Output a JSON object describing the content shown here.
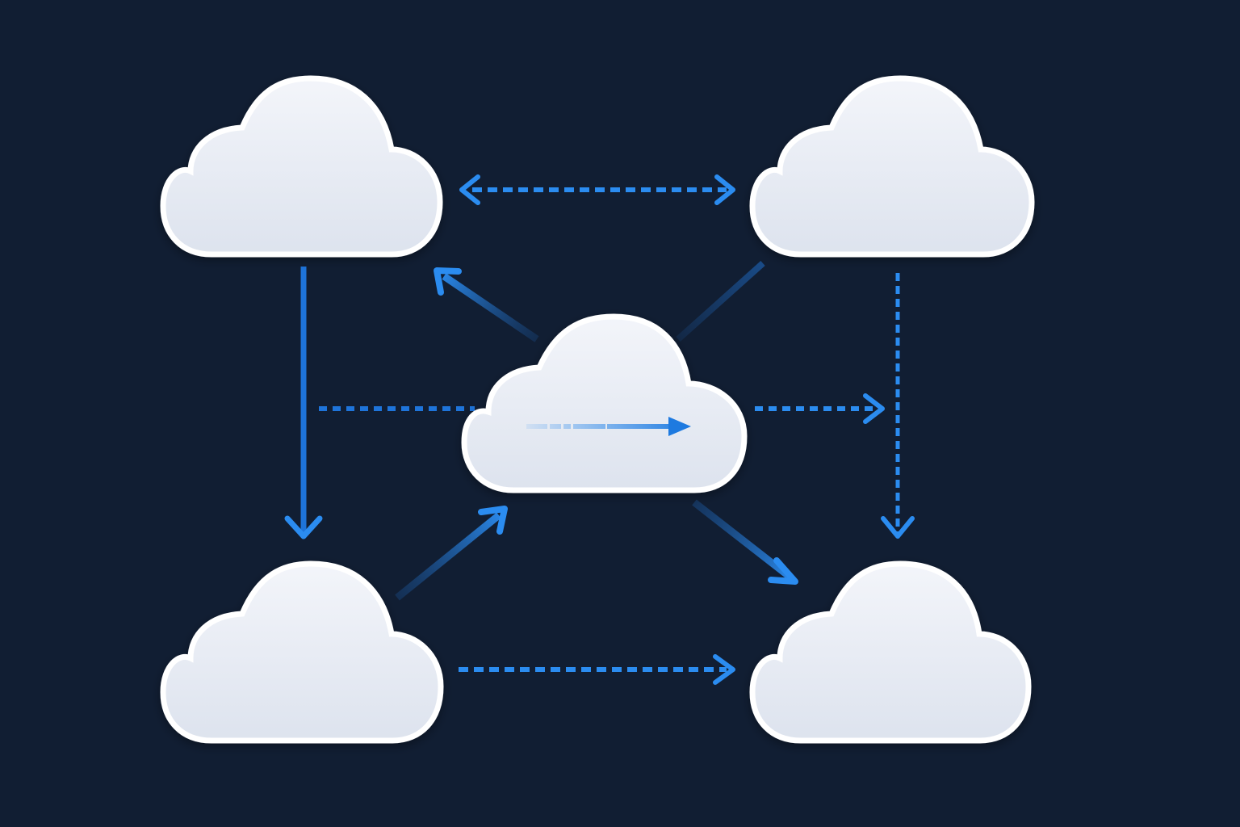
{
  "canvas": {
    "background": "#111e33"
  },
  "colors": {
    "cloud_fill_top": "#f3f5fa",
    "cloud_fill_bottom": "#dde3ee",
    "cloud_outline": "#ffffff",
    "arrow": "#2b8cf0",
    "arrow_dark": "#1560c4"
  },
  "nodes": [
    {
      "id": "top-left",
      "icon": "cloud-icon"
    },
    {
      "id": "top-right",
      "icon": "cloud-icon"
    },
    {
      "id": "center",
      "icon": "cloud-icon"
    },
    {
      "id": "bottom-left",
      "icon": "cloud-icon"
    },
    {
      "id": "bottom-right",
      "icon": "cloud-icon"
    }
  ],
  "connections": [
    {
      "from": "top-left",
      "to": "top-right",
      "style": "dashed",
      "direction": "both"
    },
    {
      "from": "top-left",
      "to": "bottom-left",
      "style": "solid",
      "direction": "forward"
    },
    {
      "from": "top-right",
      "to": "bottom-right",
      "style": "dashed",
      "direction": "forward"
    },
    {
      "from": "bottom-left",
      "to": "bottom-right",
      "style": "dashed",
      "direction": "forward"
    },
    {
      "from": "center",
      "to": "top-left",
      "style": "solid",
      "direction": "forward"
    },
    {
      "from": "top-right",
      "to": "center",
      "style": "solid",
      "direction": "none"
    },
    {
      "from": "bottom-left",
      "to": "center",
      "style": "solid",
      "direction": "forward"
    },
    {
      "from": "center",
      "to": "bottom-right",
      "style": "solid",
      "direction": "forward"
    },
    {
      "from": "left-vertical-line",
      "to": "center",
      "style": "dashed",
      "direction": "forward"
    },
    {
      "from": "center",
      "to": "right-vertical-line",
      "style": "dashed",
      "direction": "forward"
    }
  ],
  "inner_arrow": {
    "node": "center",
    "icon": "arrow-right-icon"
  }
}
